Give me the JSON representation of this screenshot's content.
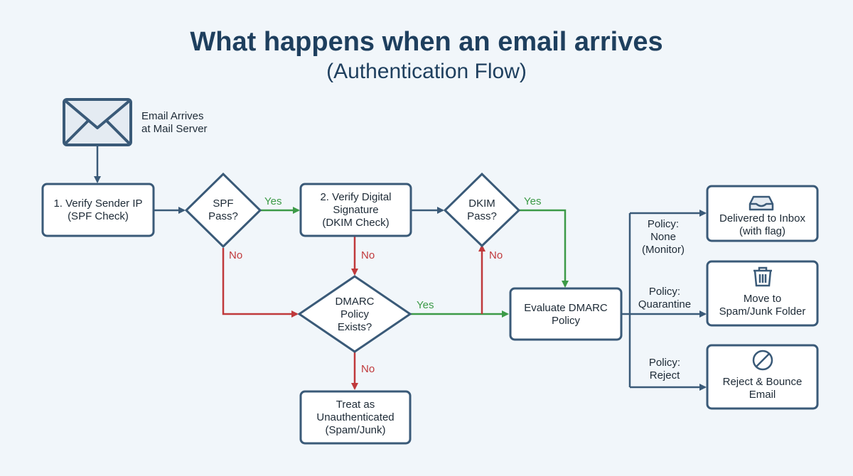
{
  "title": "What happens when an email arrives",
  "subtitle": "(Authentication Flow)",
  "colors": {
    "node_stroke": "#3a5a78",
    "node_fill": "#ffffff",
    "flow_blue": "#3a5a78",
    "yes_green": "#3c9a47",
    "no_red": "#c0393b",
    "background": "#f1f6fa",
    "title": "#1e3f5e"
  },
  "nodes": {
    "start": {
      "line1": "Email Arrives",
      "line2": "at Mail Server",
      "icon": "envelope-icon"
    },
    "spf_check": {
      "line1": "1. Verify Sender IP",
      "line2": "(SPF Check)"
    },
    "spf_pass": {
      "line1": "SPF",
      "line2": "Pass?"
    },
    "dkim_check": {
      "line1": "2. Verify Digital",
      "line2": "Signature",
      "line3": "(DKIM Check)"
    },
    "dkim_pass": {
      "line1": "DKIM",
      "line2": "Pass?"
    },
    "dmarc_exists": {
      "line1": "DMARC",
      "line2": "Policy",
      "line3": "Exists?"
    },
    "unauth": {
      "line1": "Treat as",
      "line2": "Unauthenticated",
      "line3": "(Spam/Junk)"
    },
    "evaluate": {
      "line1": "Evaluate DMARC",
      "line2": "Policy"
    },
    "inbox": {
      "line1": "Delivered to Inbox",
      "line2": "(with flag)",
      "icon": "inbox-tray-icon"
    },
    "spam": {
      "line1": "Move to",
      "line2": "Spam/Junk Folder",
      "icon": "trash-icon"
    },
    "reject": {
      "line1": "Reject & Bounce",
      "line2": "Email",
      "icon": "prohibited-icon"
    }
  },
  "edges": {
    "spf_yes": "Yes",
    "spf_no": "No",
    "dkim_check_no": "No",
    "dkim_pass_no": "No",
    "dkim_yes": "Yes",
    "dmarc_yes": "Yes",
    "dmarc_no": "No",
    "policy_none": {
      "line1": "Policy:",
      "line2": "None",
      "line3": "(Monitor)"
    },
    "policy_quarantine": {
      "line1": "Policy:",
      "line2": "Quarantine"
    },
    "policy_reject": {
      "line1": "Policy:",
      "line2": "Reject"
    }
  }
}
